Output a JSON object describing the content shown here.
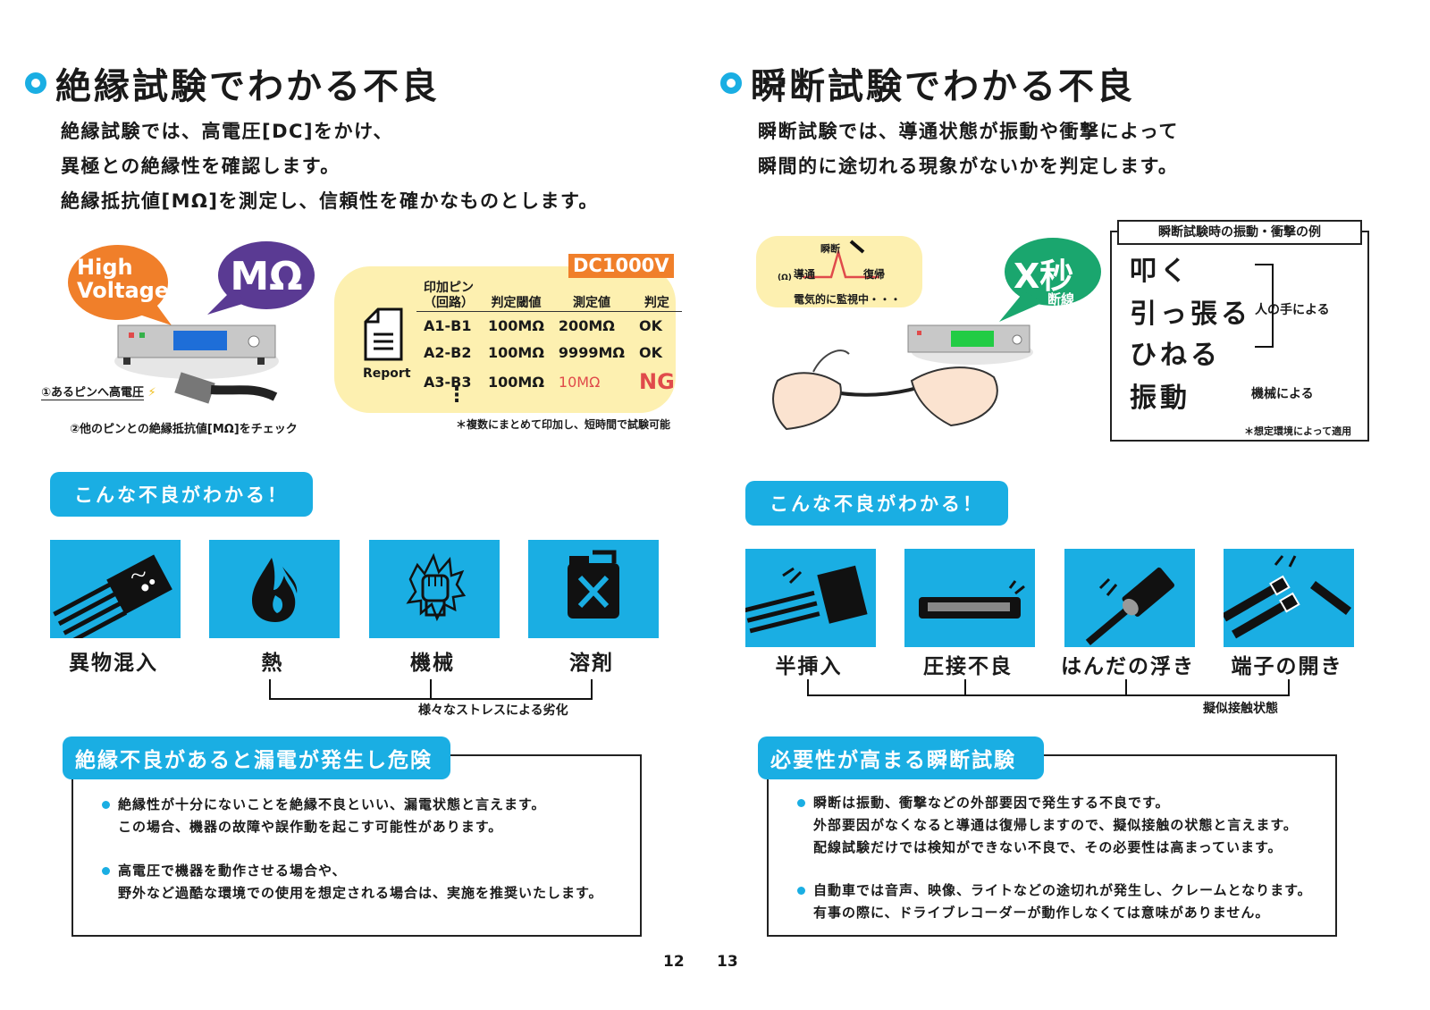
{
  "left": {
    "title": "絶縁試験でわかる不良",
    "intro": [
      "絶縁試験では、高電圧[DC]をかけ、",
      "異極との絶縁性を確認します。",
      "絶縁抵抗値[MΩ]を測定し、信頼性を確かなものとします。"
    ],
    "bubble_hv": [
      "High",
      "Voltage"
    ],
    "bubble_mohm": "MΩ",
    "step1": "①あるピンへ高電圧",
    "step2": "②他のピンとの絶縁抵抗値[MΩ]をチェック",
    "report": {
      "badge": "DC1000V",
      "icon_label": "Report",
      "headers": [
        "印加ピン\n（回路）",
        "判定閾値",
        "測定値",
        "判定"
      ],
      "rows": [
        [
          "A1-B1",
          "100MΩ",
          "200MΩ",
          "OK"
        ],
        [
          "A2-B2",
          "100MΩ",
          "9999MΩ",
          "OK"
        ],
        [
          "A3-B3",
          "100MΩ",
          "10MΩ",
          "NG"
        ]
      ],
      "more": "⋮",
      "note": "＊複数にまとめて印加し、短時間で試験可能"
    },
    "pill": "こんな不良がわかる！",
    "tiles": [
      "異物混入",
      "熱",
      "機械",
      "溶剤"
    ],
    "bracket_label": "様々なストレスによる劣化",
    "note_tab": "絶縁不良があると漏電が発生し危険",
    "bullets": [
      [
        "絶縁性が十分にないことを絶縁不良といい、漏電状態と言えます。",
        "この場合、機器の故障や誤作動を起こす可能性があります。"
      ],
      [
        "高電圧で機器を動作させる場合や、",
        "野外など過酷な環境での使用を想定される場合は、実施を推奨いたします。"
      ]
    ],
    "page_number": "12"
  },
  "right": {
    "title": "瞬断試験でわかる不良",
    "intro": [
      "瞬断試験では、導通状態が振動や衝撃によって",
      "瞬間的に途切れる現象がないかを判定します。"
    ],
    "monitor": {
      "spike": "瞬断",
      "omega": "(Ω)",
      "conduct": "導通",
      "recover": "復帰",
      "caption": "電気的に監視中・・・"
    },
    "bubble_main": "X秒",
    "bubble_sub": "断線",
    "examples": {
      "heading": "瞬断試験時の振動・衝撃の例",
      "words": [
        "叩く",
        "引っ張る",
        "ひねる",
        "振動"
      ],
      "human": "人の手による",
      "machine": "機械による",
      "note": "＊想定環境によって適用"
    },
    "pill": "こんな不良がわかる！",
    "tiles": [
      "半挿入",
      "圧接不良",
      "はんだの浮き",
      "端子の開き"
    ],
    "bracket_label": "擬似接触状態",
    "note_tab": "必要性が高まる瞬断試験",
    "bullets": [
      [
        "瞬断は振動、衝撃などの外部要因で発生する不良です。",
        "外部要因がなくなると導通は復帰しますので、擬似接触の状態と言えます。",
        "配線試験だけでは検知ができない不良で、その必要性は高まっています。"
      ],
      [
        "自動車では音声、映像、ライトなどの途切れが発生し、クレームとなります。",
        "有事の際に、ドライブレコーダーが動作しなくては意味がありません。"
      ]
    ],
    "page_number": "13"
  },
  "colors": {
    "accent": "#1aaee3",
    "orange": "#f07f2a",
    "purple": "#5a3a93",
    "green": "#1aa66e",
    "cream": "#fdf0b0",
    "ng": "#e04b4b"
  }
}
